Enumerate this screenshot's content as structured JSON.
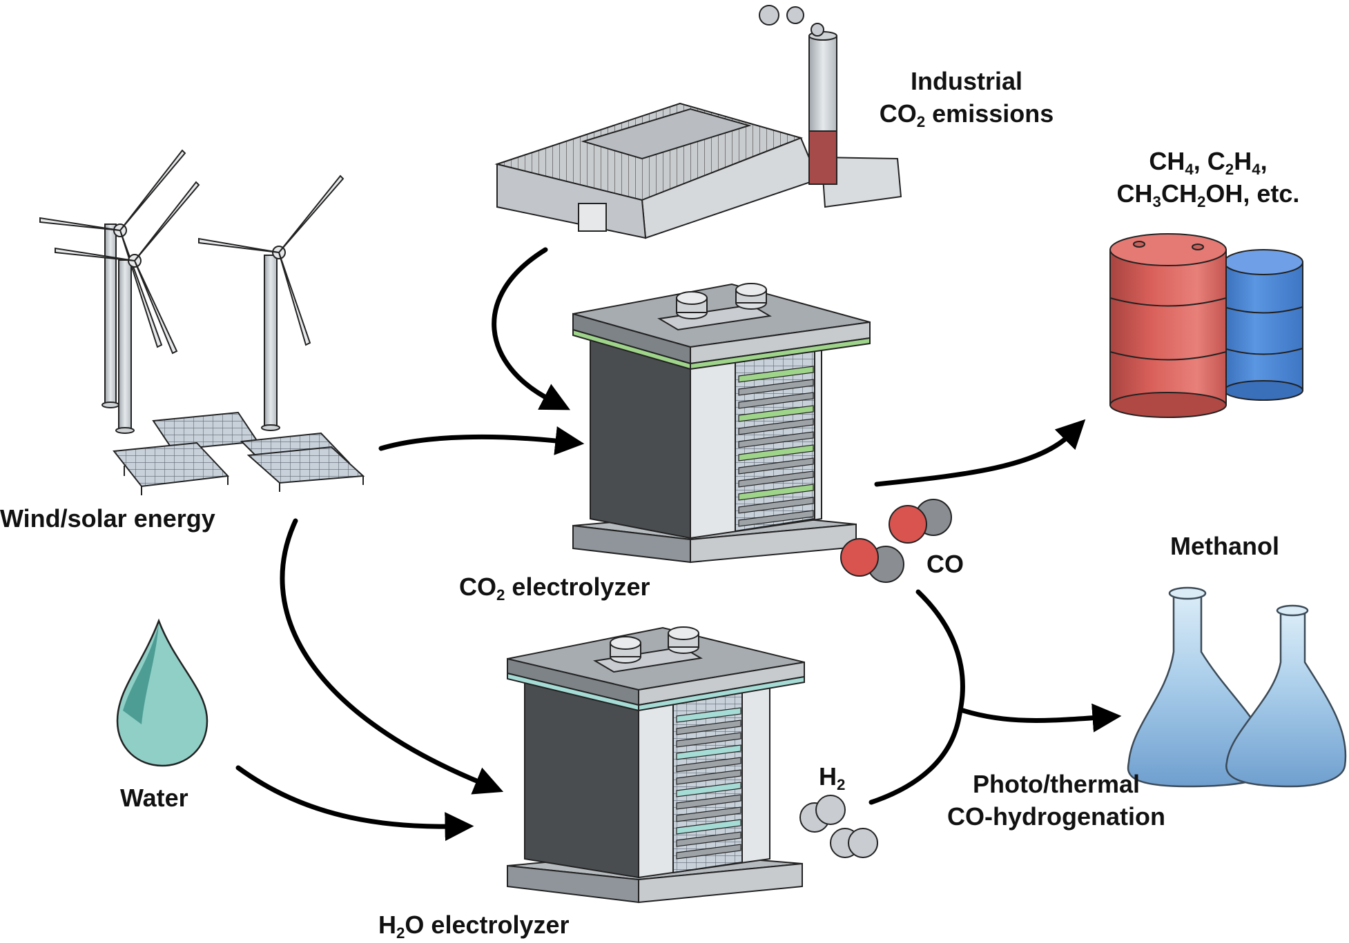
{
  "labels": {
    "industrial_line1": "Industrial",
    "industrial_co": "CO",
    "industrial_co_sub": "2",
    "industrial_rest": " emissions",
    "wind_solar": "Wind/solar energy",
    "water": "Water",
    "co2_electrolyzer_co": "CO",
    "co2_electrolyzer_sub": "2",
    "co2_electrolyzer_rest": " electrolyzer",
    "h2o_electrolyzer_h": "H",
    "h2o_electrolyzer_sub": "2",
    "h2o_electrolyzer_rest": "O electrolyzer",
    "co": "CO",
    "h2_h": "H",
    "h2_sub": "2",
    "products_ch": "CH",
    "products_ch_sub": "4",
    "products_c2": ", C",
    "products_c2_sub": "2",
    "products_h": "H",
    "products_h_sub": "4",
    "products_end1": ",",
    "products_ch3": "CH",
    "products_ch3_sub": "3",
    "products_ch2": "CH",
    "products_ch2_sub": "2",
    "products_end2": "OH, etc.",
    "methanol": "Methanol",
    "hydrogenation_line1": "Photo/thermal",
    "hydrogenation_line2": "CO-hydrogenation"
  },
  "colors": {
    "arrow": "#000000",
    "co2_electrolyzer_accent": "#9fd58a",
    "h2o_electrolyzer_accent": "#a6dcd6",
    "red_barrel": "#d9534f",
    "blue_barrel": "#4a86d8",
    "water_drop": "#8fcfc6",
    "flask": "#a8cbe6",
    "smokestack_band": "#a54a4a"
  }
}
